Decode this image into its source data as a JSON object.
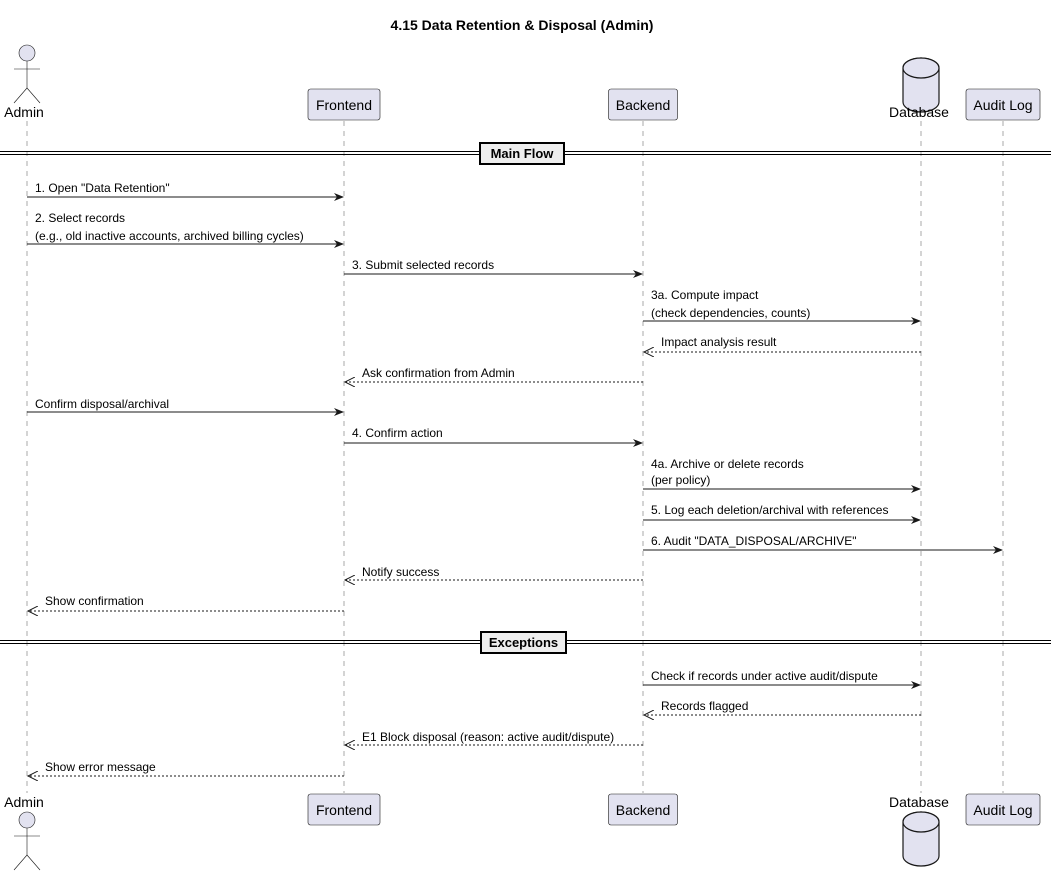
{
  "title": "4.15 Data Retention & Disposal (Admin)",
  "participants": [
    {
      "id": "admin",
      "label": "Admin",
      "kind": "actor"
    },
    {
      "id": "frontend",
      "label": "Frontend",
      "kind": "box"
    },
    {
      "id": "backend",
      "label": "Backend",
      "kind": "box"
    },
    {
      "id": "database",
      "label": "Database",
      "kind": "database"
    },
    {
      "id": "audit",
      "label": "Audit Log",
      "kind": "box"
    }
  ],
  "dividers": [
    {
      "label": "Main Flow"
    },
    {
      "label": "Exceptions"
    }
  ],
  "messages": [
    {
      "from": "admin",
      "to": "frontend",
      "style": "solid",
      "lines": [
        "1. Open \"Data Retention\""
      ]
    },
    {
      "from": "admin",
      "to": "frontend",
      "style": "solid",
      "lines": [
        "2. Select records",
        "(e.g., old inactive accounts, archived billing cycles)"
      ]
    },
    {
      "from": "frontend",
      "to": "backend",
      "style": "solid",
      "lines": [
        "3. Submit selected records"
      ]
    },
    {
      "from": "backend",
      "to": "database",
      "style": "solid",
      "lines": [
        "3a. Compute impact",
        "(check dependencies, counts)"
      ]
    },
    {
      "from": "database",
      "to": "backend",
      "style": "dashed",
      "lines": [
        "Impact analysis result"
      ]
    },
    {
      "from": "backend",
      "to": "frontend",
      "style": "dashed",
      "lines": [
        "Ask confirmation from Admin"
      ]
    },
    {
      "from": "admin",
      "to": "frontend",
      "style": "solid",
      "lines": [
        "Confirm disposal/archival"
      ]
    },
    {
      "from": "frontend",
      "to": "backend",
      "style": "solid",
      "lines": [
        "4. Confirm action"
      ]
    },
    {
      "from": "backend",
      "to": "database",
      "style": "solid",
      "lines": [
        "4a. Archive or delete records",
        "(per policy)"
      ]
    },
    {
      "from": "backend",
      "to": "database",
      "style": "solid",
      "lines": [
        "5. Log each deletion/archival with references"
      ]
    },
    {
      "from": "backend",
      "to": "audit",
      "style": "solid",
      "lines": [
        "6. Audit \"DATA_DISPOSAL/ARCHIVE\""
      ]
    },
    {
      "from": "backend",
      "to": "frontend",
      "style": "dashed",
      "lines": [
        "Notify success"
      ]
    },
    {
      "from": "frontend",
      "to": "admin",
      "style": "dashed",
      "lines": [
        "Show confirmation"
      ]
    },
    {
      "from": "backend",
      "to": "database",
      "style": "solid",
      "lines": [
        "Check if records under active audit/dispute"
      ]
    },
    {
      "from": "database",
      "to": "backend",
      "style": "dashed",
      "lines": [
        "Records flagged"
      ]
    },
    {
      "from": "backend",
      "to": "frontend",
      "style": "dashed",
      "lines": [
        "E1 Block disposal (reason: active audit/dispute)"
      ]
    },
    {
      "from": "frontend",
      "to": "admin",
      "style": "dashed",
      "lines": [
        "Show error message"
      ]
    }
  ],
  "colors": {
    "participant_fill": "#e2e2f0",
    "participant_border": "#181818",
    "lifeline": "#a8a8a8",
    "arrow": "#181818",
    "divider_fill": "#eeeeee"
  }
}
